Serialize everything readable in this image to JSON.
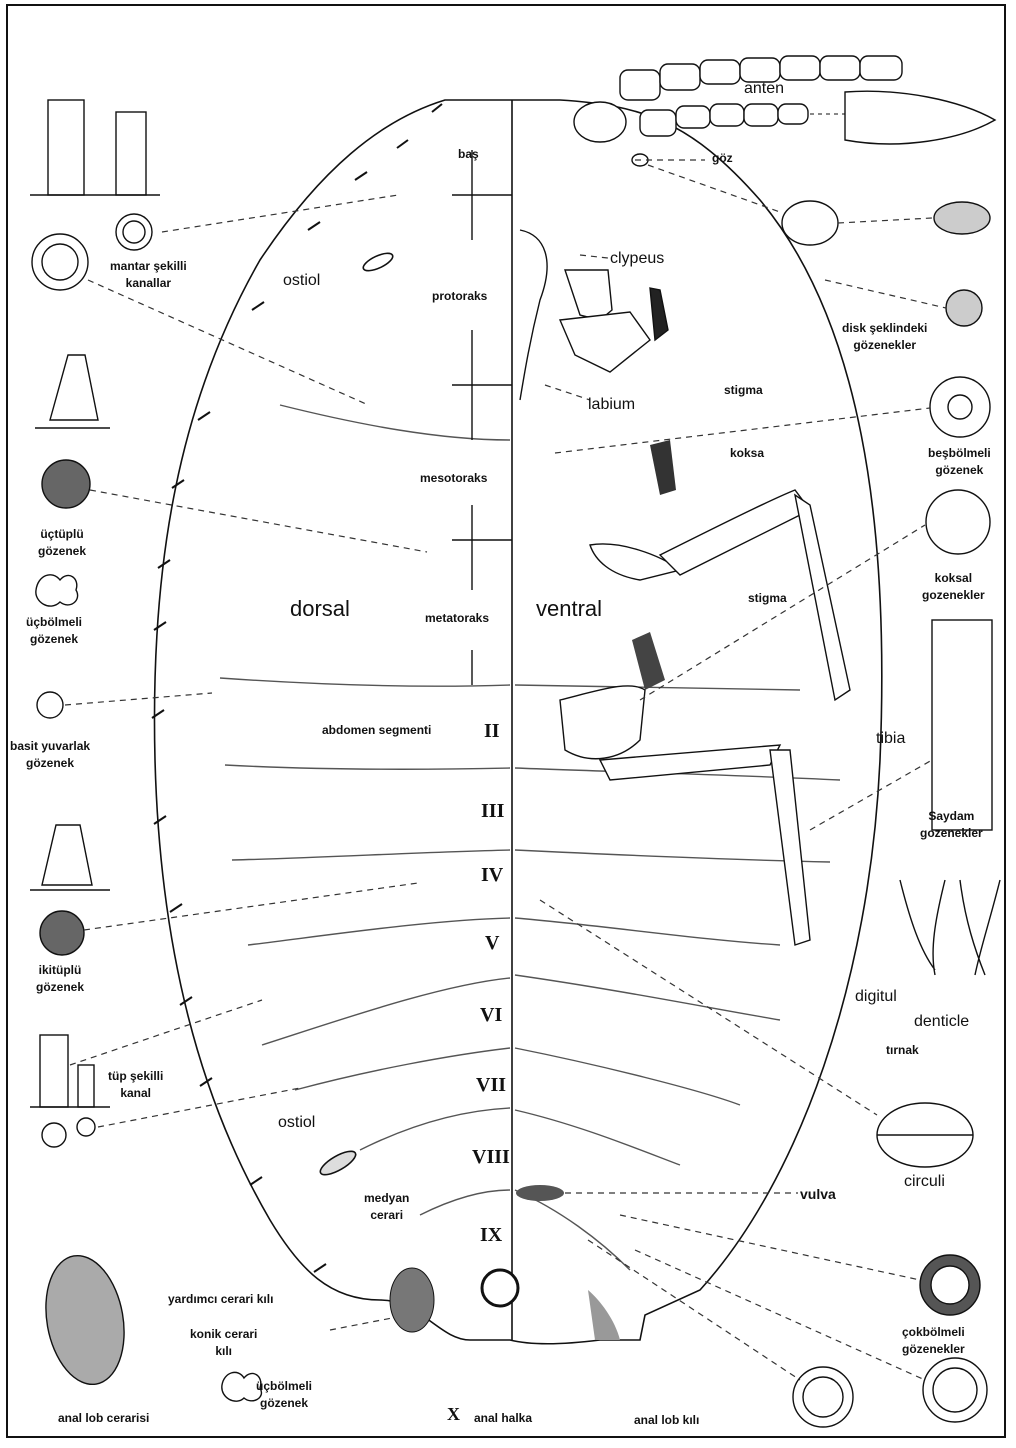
{
  "labels": {
    "bas": "baş",
    "protoraks": "protoraks",
    "mesotoraks": "mesotoraks",
    "metatoraks": "metatoraks",
    "dorsal": "dorsal",
    "ventral": "ventral",
    "abdomen_segmenti": "abdomen segmenti",
    "ostiol_top": "ostiol",
    "ostiol_bottom": "ostiol",
    "medyan_cerari": [
      "medyan",
      "cerari"
    ],
    "anten": "anten",
    "goz": "göz",
    "clypeus": "clypeus",
    "labium": "labium",
    "stigma_top": "stigma",
    "stigma_mid": "stigma",
    "koksa": "koksa",
    "tibia": "tibia",
    "digitul": "digitul",
    "denticle": "denticle",
    "tirnak": "tırnak",
    "circuli": "circuli",
    "vulva": "vulva",
    "anal_halka": "anal halka",
    "anal_lob_kili": "anal lob kılı",
    "mantar_sekilli_kanallar": [
      "mantar şekilli",
      "kanallar"
    ],
    "uctuplu_gozenek": [
      "üçtüplü",
      "gözenek"
    ],
    "ucbolmeli_gozenek": [
      "üçbölmeli",
      "gözenek"
    ],
    "basit_yuvarlak_gozenek": [
      "basit yuvarlak",
      "gözenek"
    ],
    "ikituplu_gozenek": [
      "ikitüplü",
      "gözenek"
    ],
    "tup_sekilli_kanal": [
      "tüp şekilli",
      "kanal"
    ],
    "yardimci_cerari_kili": "yardımcı cerari kılı",
    "konik_cerari_kili": [
      "konik cerari",
      "kılı"
    ],
    "ucbolmeli_gozenek_2": [
      "üçbölmeli",
      "gözenek"
    ],
    "anal_lob_cerarisi": "anal lob cerarisi",
    "x_mark": "X",
    "disk_sekilindeki_gozenekler": [
      "disk şeklindeki",
      "gözenekler"
    ],
    "besbolmeli_gozenek": [
      "beşbölmeli",
      "gözenek"
    ],
    "koksal_gozenekler": [
      "koksal",
      "gozenekler"
    ],
    "saydam_gozenekler": [
      "Saydam",
      "gozenekler"
    ],
    "cokbolmeli_gozenekler": [
      "çokbölmeli",
      "gözenekler"
    ]
  },
  "segments": [
    "II",
    "III",
    "IV",
    "V",
    "VI",
    "VII",
    "VIII",
    "IX"
  ],
  "colors": {
    "ink": "#111111",
    "shade": "#888888",
    "pore_fill": "#cfcfcf"
  }
}
